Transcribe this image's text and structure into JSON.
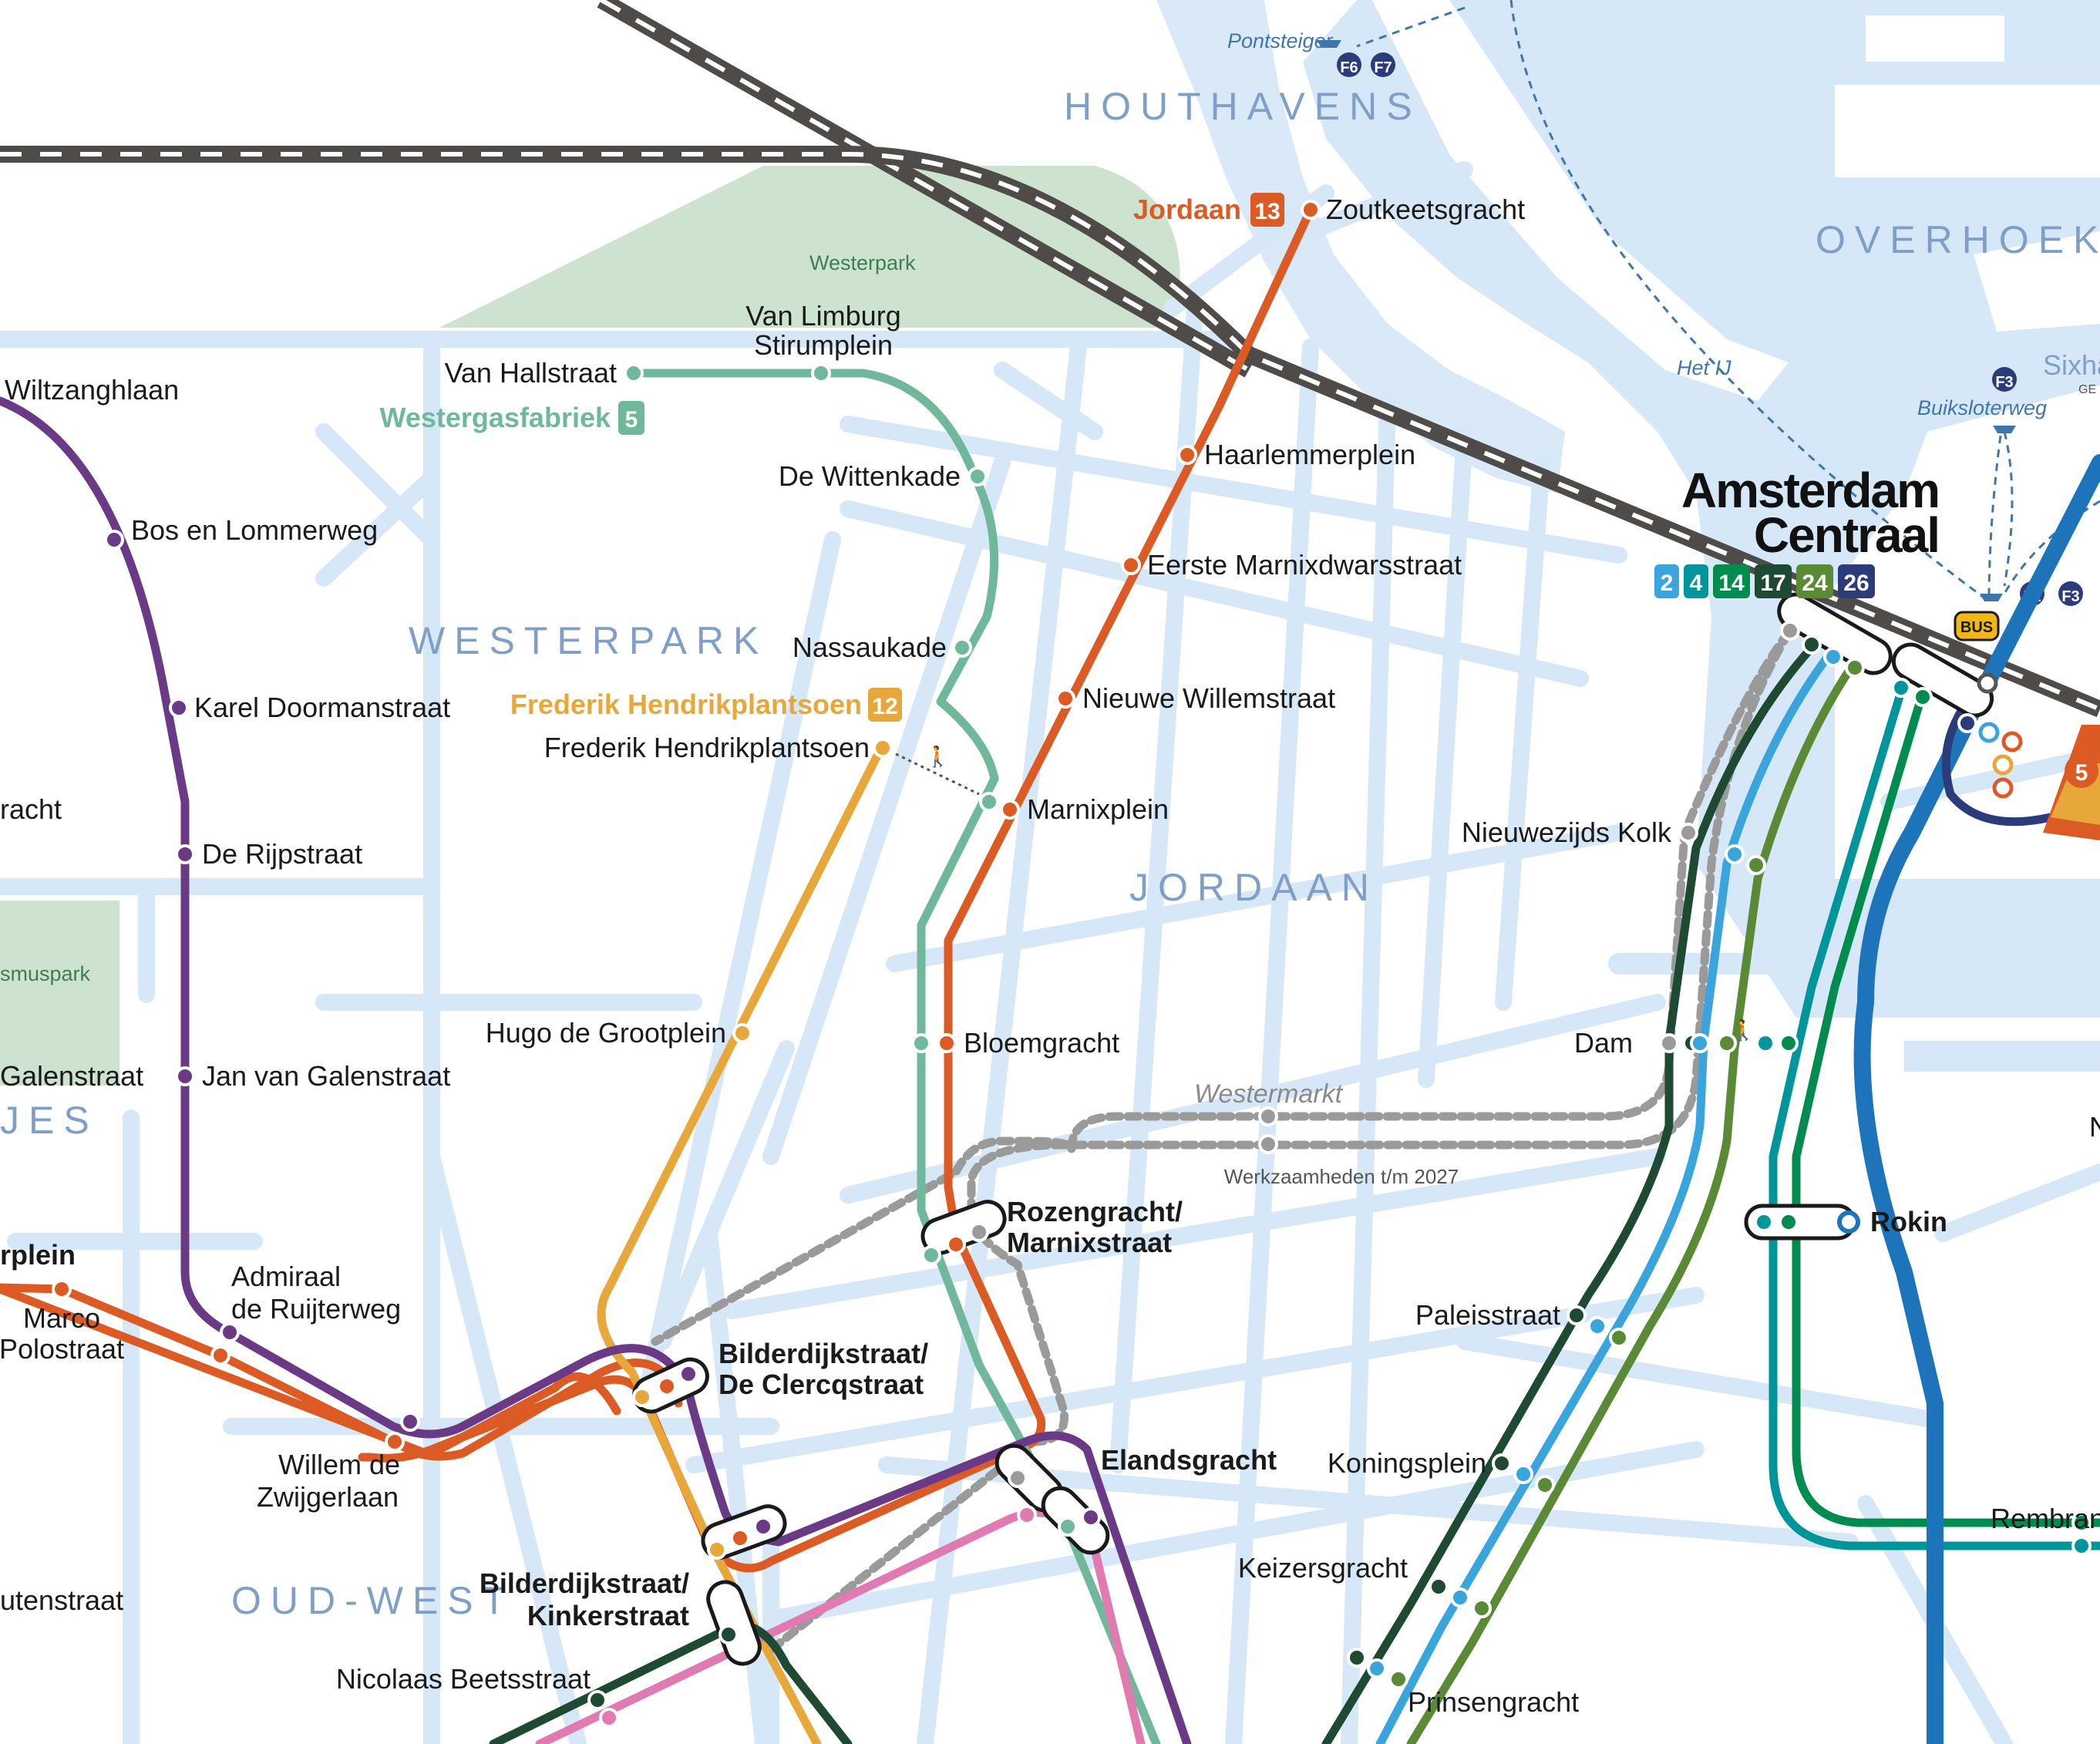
{
  "districts": [
    "HOUTHAVENS",
    "OVERHOEKS",
    "WESTERPARK",
    "JORDAAN",
    "OUD-WEST",
    "JES"
  ],
  "parks": [
    "Westerpark",
    "smuspark"
  ],
  "water": {
    "het_ij": "Het IJ",
    "pontsteiger": "Pontsteiger",
    "buiksloterweg": "Buiksloterweg",
    "ferries": [
      "F6",
      "F7",
      "F3",
      "F2",
      "F3"
    ]
  },
  "cut_labels": [
    "Sixha",
    "GE",
    "racht",
    "rplein",
    "Galenstraat",
    "utenstraat",
    "Rembran",
    "N"
  ],
  "hub": {
    "title_line1": "Amsterdam",
    "title_line2": "Centraal",
    "lines": [
      "2",
      "4",
      "14",
      "17",
      "24",
      "26"
    ],
    "bus": "BUS",
    "metro_5": "5"
  },
  "termini": [
    {
      "name": "Jordaan",
      "line": "13",
      "color": "#dc5b25"
    },
    {
      "name": "Westergasfabriek",
      "line": "5",
      "color": "#6fb89c"
    },
    {
      "name": "Frederik Hendrikplantsoen",
      "line": "12",
      "color": "#e8a73a"
    }
  ],
  "stops": {
    "zoutkeetsgracht": "Zoutkeetsgracht",
    "haarlemmerplein": "Haarlemmerplein",
    "eerste_marnix": "Eerste Marnixdwarsstraat",
    "nieuwe_willem": "Nieuwe Willemstraat",
    "marnixplein": "Marnixplein",
    "bloemgracht": "Bloemgracht",
    "van_hallstraat": "Van Hallstraat",
    "van_limburg_1": "Van Limburg",
    "van_limburg_2": "Stirumplein",
    "de_wittenkade": "De Wittenkade",
    "nassaukade": "Nassaukade",
    "fh_plantsoen": "Frederik Hendrikplantsoen",
    "hugo": "Hugo de Grootplein",
    "wiltzanghlaan": "Wiltzanghlaan",
    "bos": "Bos en Lommerweg",
    "karel": "Karel Doormanstraat",
    "rijp": "De Rijpstraat",
    "jan_galen": "Jan van Galenstraat",
    "admiraal_1": "Admiraal",
    "admiraal_2": "de Ruijterweg",
    "marco_1": "Marco",
    "marco_2": "Polostraat",
    "willem_1": "Willem de",
    "willem_2": "Zwijgerlaan",
    "nieuwezijds": "Nieuwezijds Kolk",
    "dam": "Dam",
    "westermarkt": "Westermarkt",
    "works": "Werkzaamheden t/m 2027",
    "rokin": "Rokin",
    "paleis": "Paleisstraat",
    "koningsplein": "Koningsplein",
    "keizers": "Keizersgracht",
    "prinsen": "Prinsengracht",
    "nicolaas": "Nicolaas Beetsstraat",
    "rozen_1": "Rozengracht/",
    "rozen_2": "Marnixstraat",
    "bild_dc_1": "Bilderdijkstraat/",
    "bild_dc_2": "De Clercqstraat",
    "bild_kk_1": "Bilderdijkstraat/",
    "bild_kk_2": "Kinkerstraat",
    "elands": "Elandsgracht"
  },
  "colors": {
    "water": "#d6e7f7",
    "street": "#d6e7f7",
    "park": "#cde3cf",
    "rail": "#4e4b48",
    "orange": "#dc5b25",
    "teal_light": "#6fb89c",
    "yellow": "#e8a73a",
    "purple": "#6b3a86",
    "green_dark": "#1e4a33",
    "sky": "#3aa4dc",
    "green_olive": "#5a8a35",
    "teal_dark": "#00959a",
    "green_mid": "#008c4f",
    "blue_metro": "#1d74bb",
    "pink": "#e07ab0",
    "grey": "#9a9a9a",
    "navy": "#2c3b7a"
  }
}
